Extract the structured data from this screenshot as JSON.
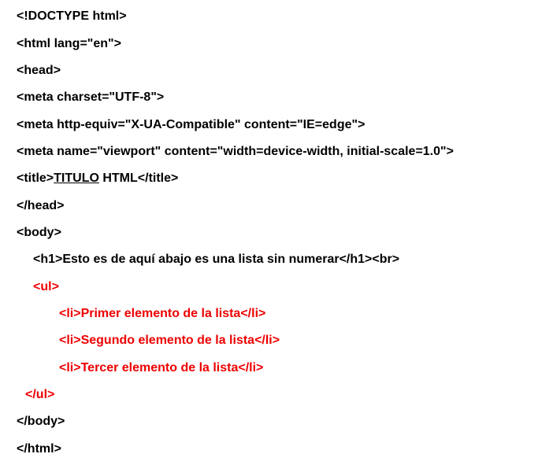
{
  "code_lines": [
    "<!DOCTYPE html>",
    "<html lang=\"en\">",
    "<head>",
    "<meta charset=\"UTF-8\">",
    "<meta http-equiv=\"X-UA-Compatible\" content=\"IE=edge\">",
    "<meta name=\"viewport\" content=\"width=device-width, initial-scale=1.0\">",
    {
      "open_tag": "<title>",
      "title_text": "TITULO",
      "rest": " HTML</title>"
    },
    "</head>",
    "<body>",
    "<h1>Esto es de aquí abajo es una lista sin numerar</h1><br>",
    "<ul>",
    "<li>Primer elemento de la lista</li>",
    "<li>Segundo elemento de la lista</li>",
    "<li>Tercer elemento de la lista</li>",
    "</ul>",
    "</body>",
    "</html>"
  ],
  "colors": {
    "text": "#000000",
    "highlight": "#ee0000",
    "background": "#ffffff"
  }
}
